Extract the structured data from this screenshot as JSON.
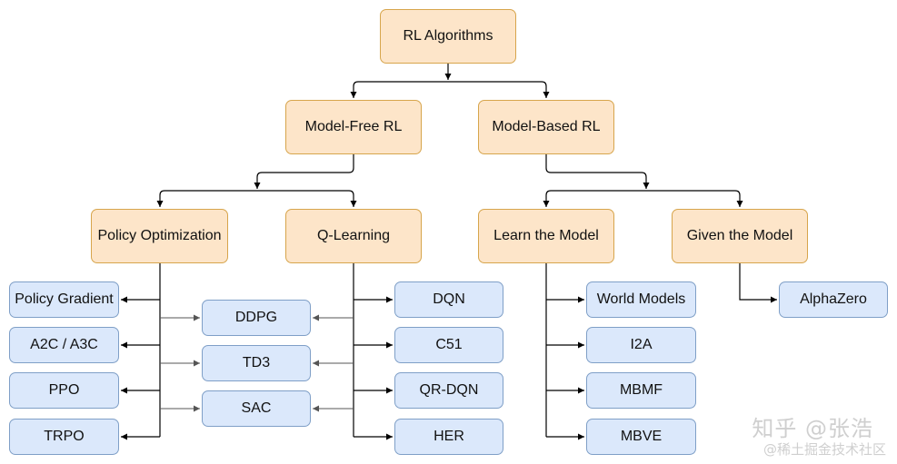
{
  "nodes": {
    "root": "RL Algorithms",
    "model_free": "Model-Free RL",
    "model_based": "Model-Based RL",
    "policy_optimization": "Policy Optimization",
    "q_learning": "Q-Learning",
    "learn_model": "Learn the Model",
    "given_model": "Given the Model",
    "policy_gradient": "Policy Gradient",
    "a2c_a3c": "A2C / A3C",
    "ppo": "PPO",
    "trpo": "TRPO",
    "ddpg": "DDPG",
    "td3": "TD3",
    "sac": "SAC",
    "dqn": "DQN",
    "c51": "C51",
    "qr_dqn": "QR-DQN",
    "her": "HER",
    "world_models": "World Models",
    "i2a": "I2A",
    "mbmf": "MBMF",
    "mbve": "MBVE",
    "alphazero": "AlphaZero"
  },
  "watermark": {
    "main": "知乎 @张浩",
    "sub": "@稀土掘金技术社区"
  },
  "colors": {
    "category_fill": "#fde5c9",
    "category_border": "#d7a54c",
    "algorithm_fill": "#dbe8fb",
    "algorithm_border": "#7f9fc7",
    "connector": "#000000"
  }
}
